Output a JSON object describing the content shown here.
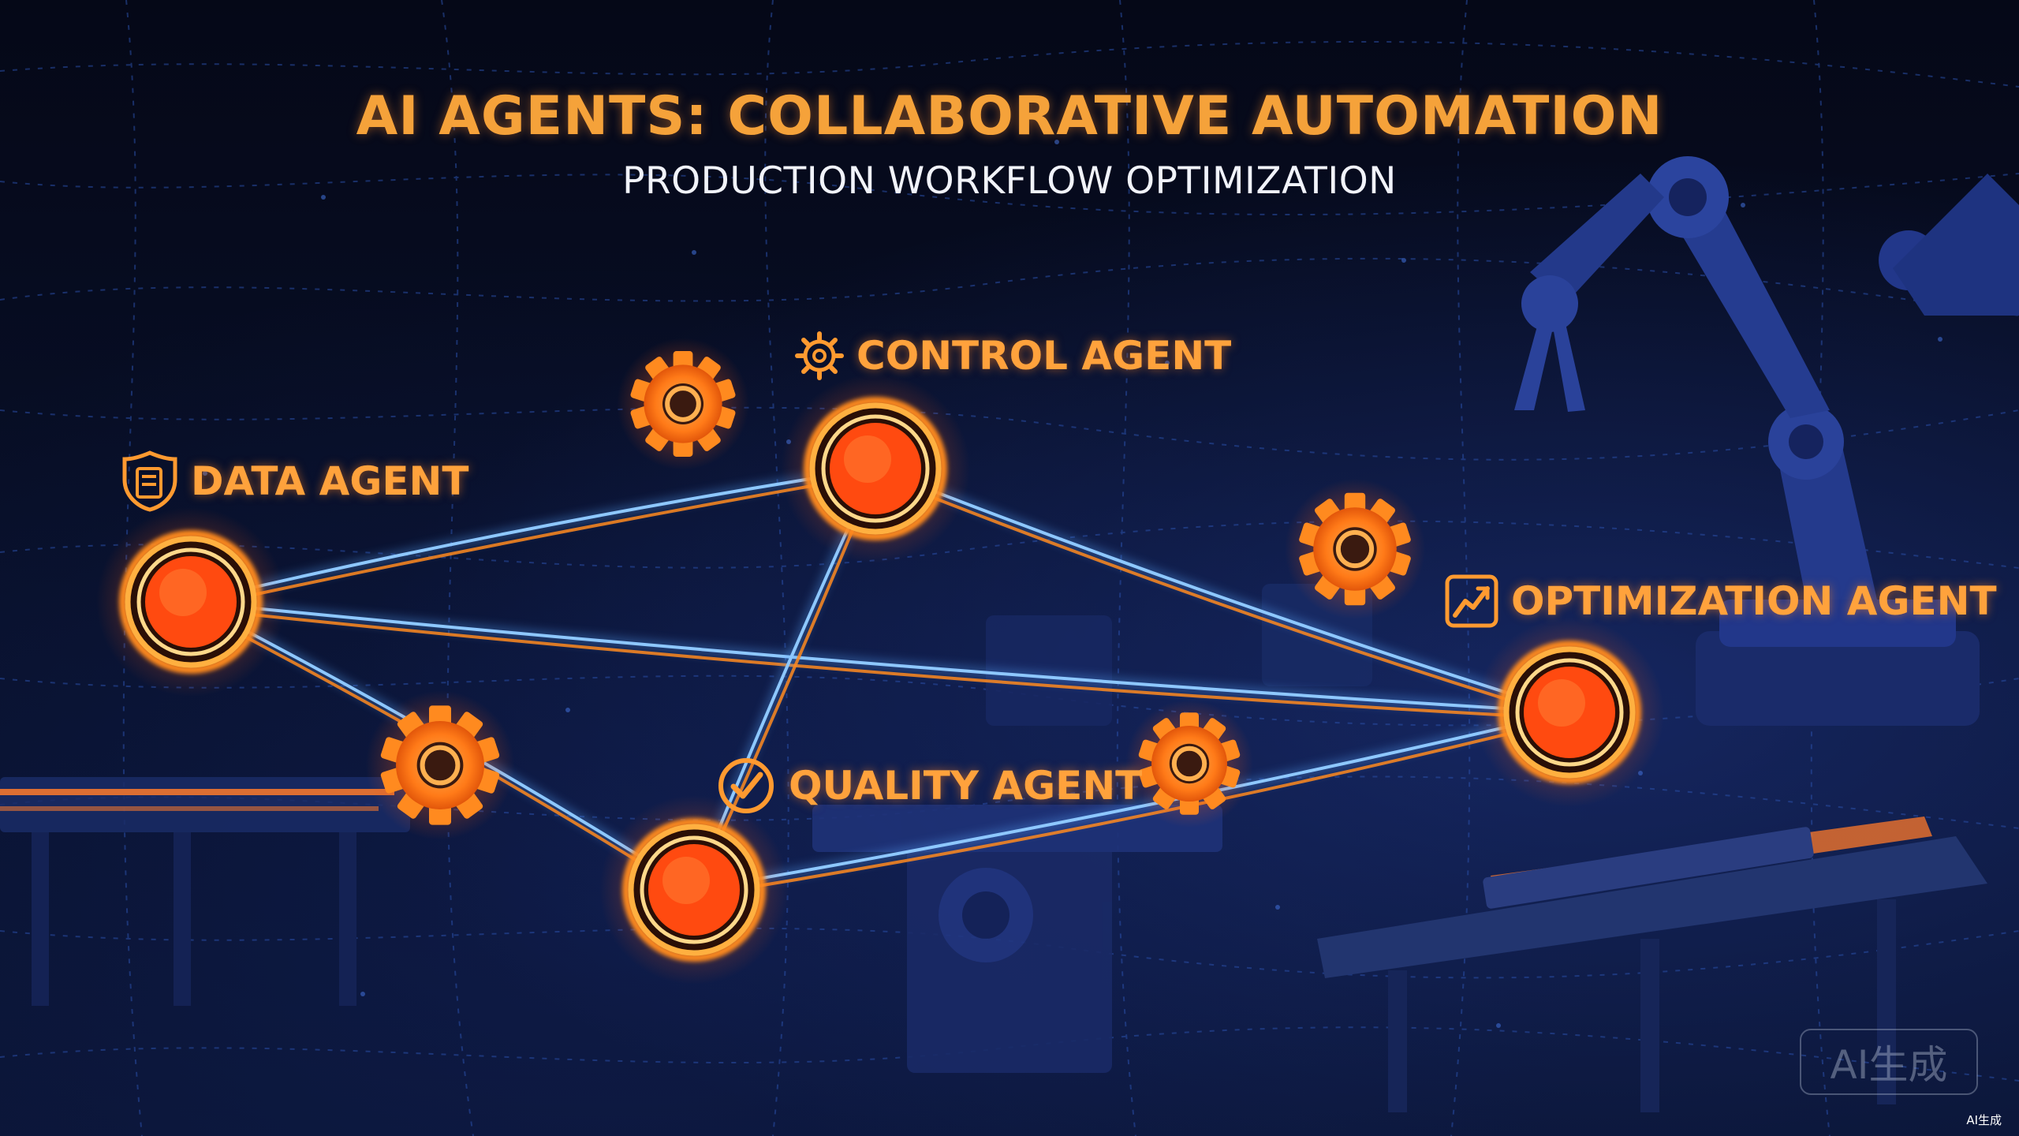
{
  "title": "AI AGENTS: COLLABORATIVE AUTOMATION",
  "subtitle": "PRODUCTION WORKFLOW OPTIMIZATION",
  "agents": [
    {
      "id": "data",
      "label": "DATA AGENT",
      "icon": "shield-document-icon"
    },
    {
      "id": "control",
      "label": "CONTROL AGENT",
      "icon": "gear-cluster-icon"
    },
    {
      "id": "quality",
      "label": "QUALITY AGENT",
      "icon": "check-circle-icon"
    },
    {
      "id": "optimization",
      "label": "OPTIMIZATION AGENT",
      "icon": "trend-chart-icon"
    }
  ],
  "connections": [
    [
      "data",
      "control"
    ],
    [
      "data",
      "optimization"
    ],
    [
      "data",
      "quality"
    ],
    [
      "control",
      "optimization"
    ],
    [
      "control",
      "quality"
    ],
    [
      "quality",
      "optimization"
    ]
  ],
  "watermark": {
    "box_text": "AI生成",
    "corner_text": "AI生成"
  },
  "colors": {
    "accent_orange": "#ff8a1f",
    "node_core": "#ff4a10",
    "line_blue": "#5aa8ff",
    "background": "#060a1c",
    "title": "#f5a23a"
  }
}
